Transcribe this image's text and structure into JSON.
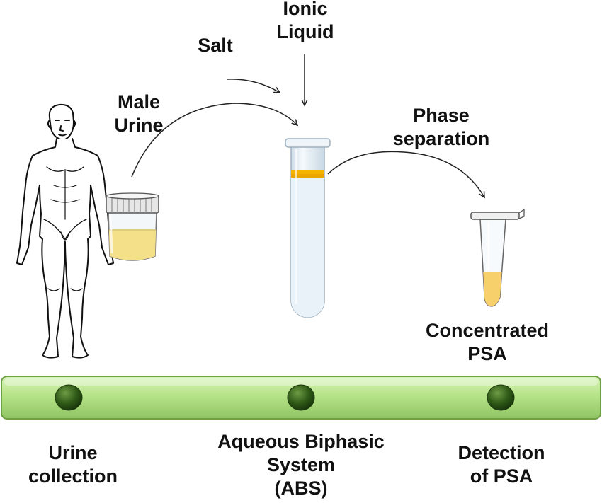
{
  "inputs": {
    "salt": "Salt",
    "ionic_liquid": [
      "Ionic",
      "Liquid"
    ],
    "male_urine": [
      "Male",
      "Urine"
    ]
  },
  "process": {
    "phase_separation": [
      "Phase",
      "separation"
    ],
    "product": [
      "Concentrated",
      "PSA"
    ]
  },
  "timeline": {
    "steps": [
      {
        "lines": [
          "Urine",
          "collection"
        ]
      },
      {
        "lines": [
          "Aqueous Biphasic",
          "System",
          "(ABS)"
        ]
      },
      {
        "lines": [
          "Detection",
          "of PSA"
        ]
      }
    ]
  },
  "colors": {
    "bar_fill": "#b6e388",
    "bar_edge": "#6fa044",
    "node": "#2f5a17",
    "node_highlight": "#6d9b45",
    "urine": "#f5e08a",
    "ionic_liquid_phase": "#f5b400",
    "concentrated_phase": "#f7cf6b",
    "tube_glass": "#e8f2f8",
    "arrow": "#222222"
  }
}
